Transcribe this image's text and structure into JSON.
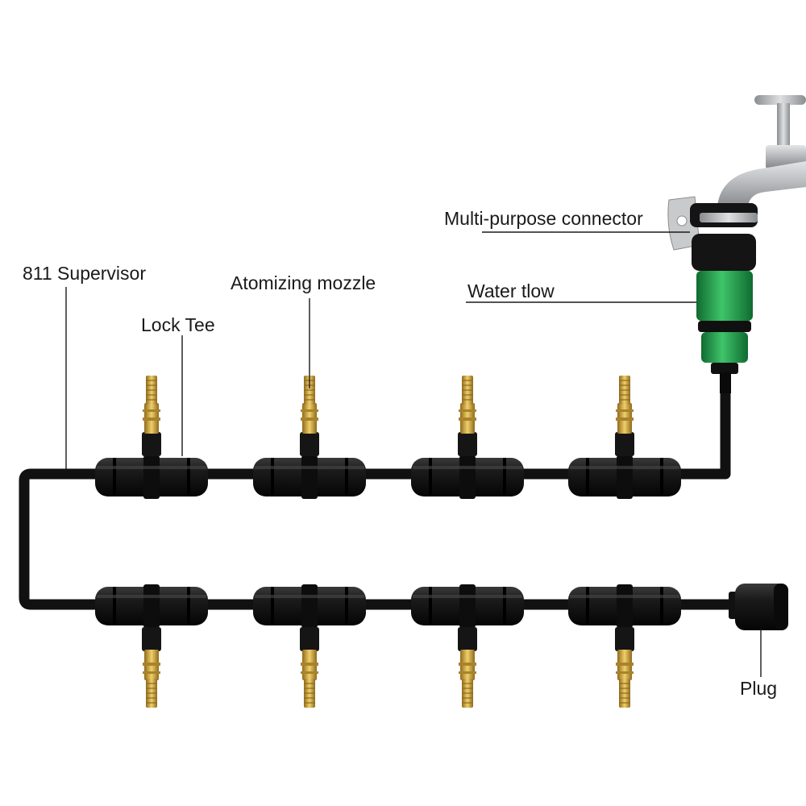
{
  "labels": {
    "supervisor": "811 Supervisor",
    "lock_tee": "Lock Tee",
    "nozzle": "Atomizing mozzle",
    "connector": "Multi-purpose connector",
    "water_flow": "Water tlow",
    "plug": "Plug"
  },
  "colors": {
    "hose": "#111111",
    "fitting": "#1c1c1c",
    "brass": "#c9a23c",
    "connector_green": "#1f9c4a",
    "faucet": "#b7b9bc",
    "text": "#1a1a1a"
  },
  "icons": {
    "faucet": "faucet-icon",
    "connector": "quick-connector-icon",
    "tee": "lock-tee-icon",
    "nozzle": "brass-nozzle-icon",
    "plug": "end-plug-icon"
  }
}
